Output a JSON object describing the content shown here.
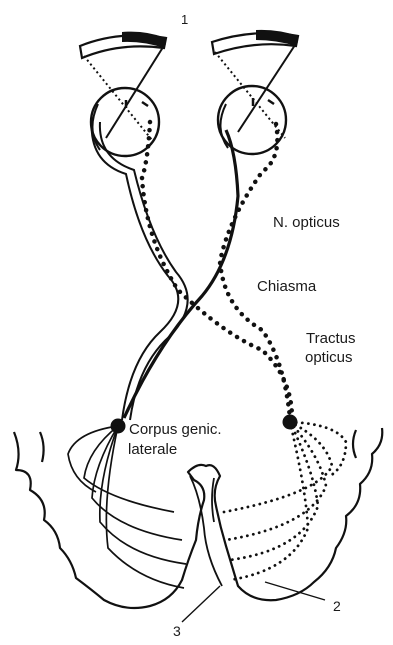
{
  "figure": {
    "labels": {
      "marker_top": "1",
      "nerve": "N. opticus",
      "chiasma": "Chiasma",
      "tract_line1": "Tractus",
      "tract_line2": "opticus",
      "lgn_line1": "Corpus genic.",
      "lgn_line2": "laterale",
      "marker_2": "2",
      "marker_3": "3"
    },
    "colors": {
      "ink": "#111111",
      "background": "#ffffff"
    }
  }
}
